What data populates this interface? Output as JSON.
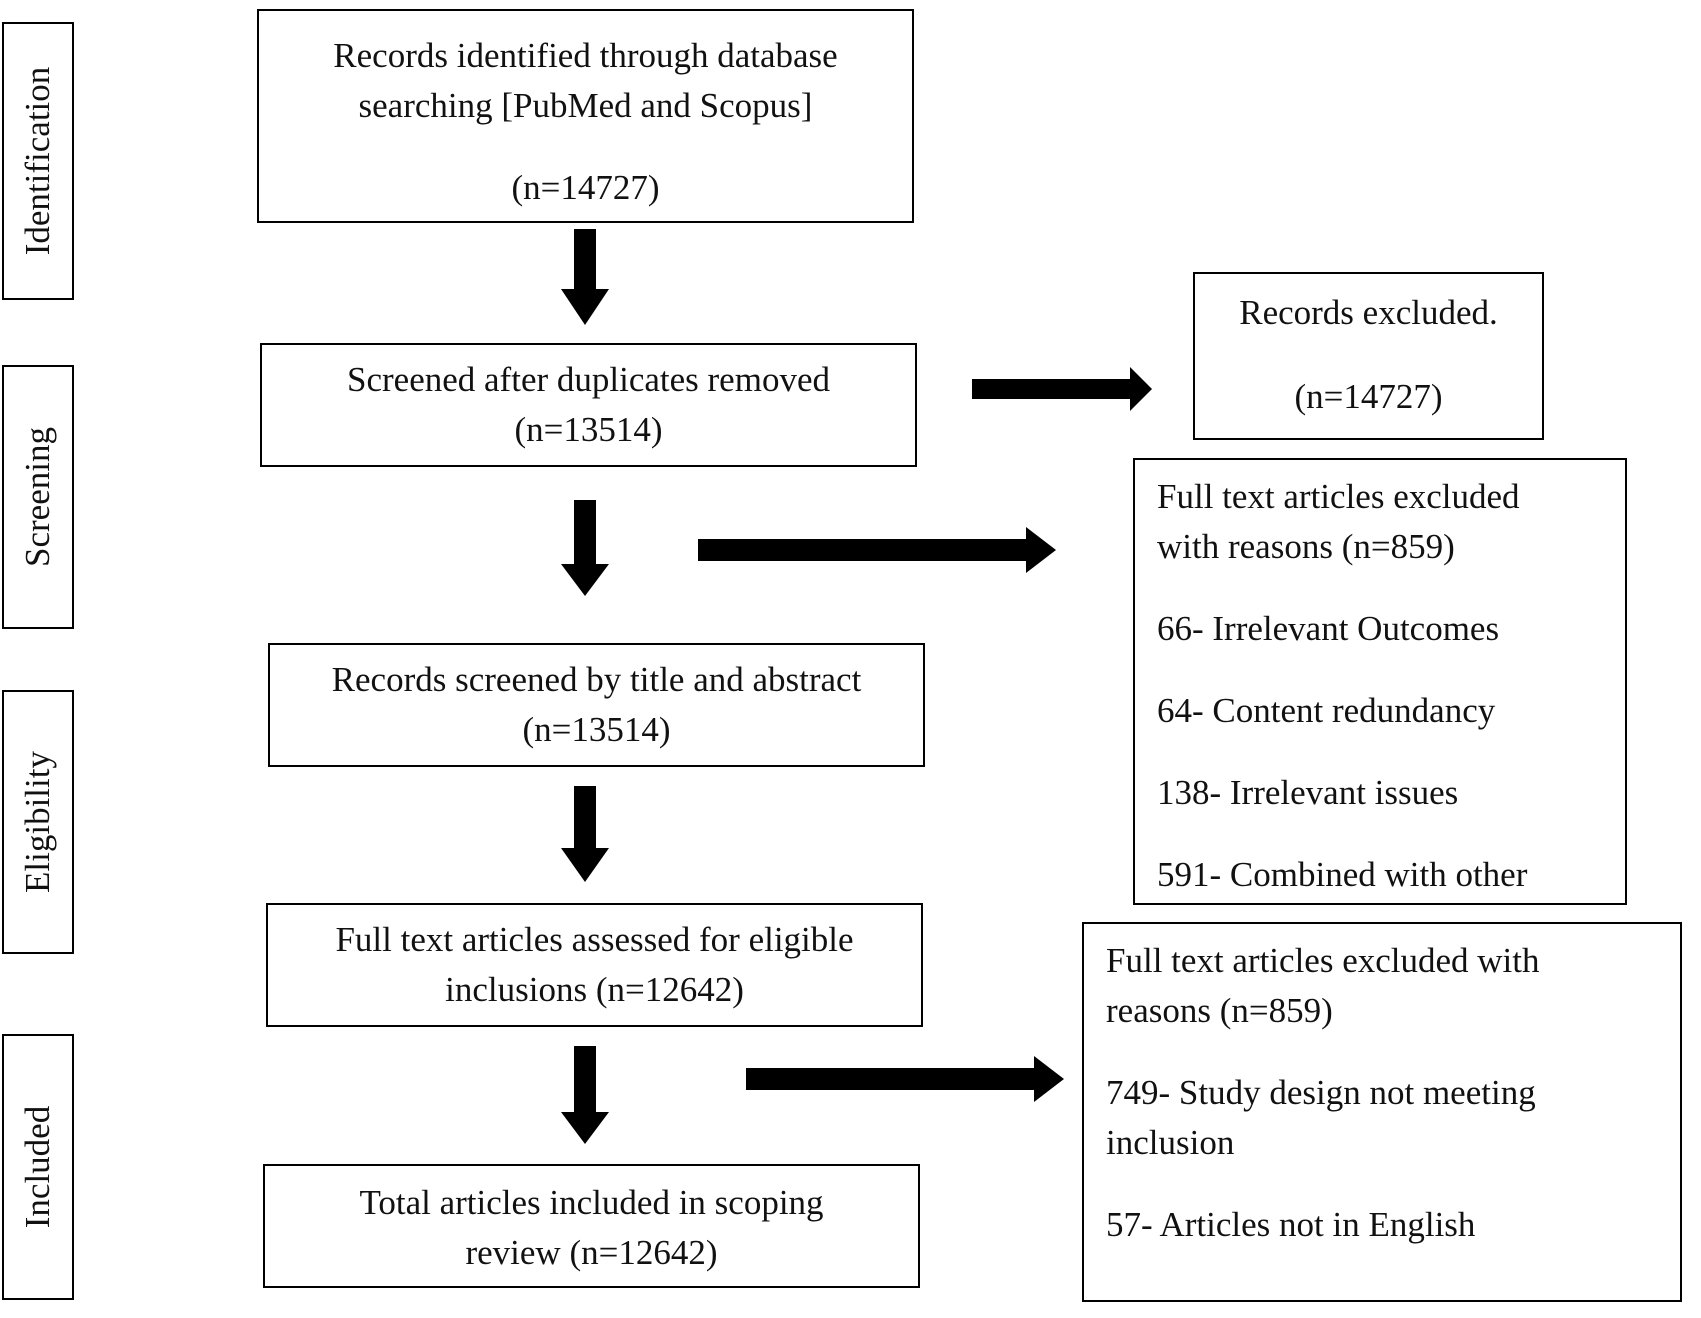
{
  "stages": {
    "identification": "Identification",
    "screening": "Screening",
    "eligibility": "Eligibility",
    "included": "Included"
  },
  "boxes": {
    "records_identified": {
      "line1": "Records identified through database",
      "line2": "searching [PubMed and Scopus]",
      "count": "(n=14727)"
    },
    "screened": {
      "line1": "Screened after duplicates removed",
      "count": "(n=13514)"
    },
    "title_abstract": {
      "line1": "Records screened by title and abstract",
      "count": "(n=13514)"
    },
    "full_text_assessed": {
      "line1": "Full text articles assessed for eligible",
      "line2": "inclusions (n=12642)"
    },
    "total_included": {
      "line1": "Total articles included in scoping",
      "line2": "review (n=12642)"
    },
    "records_excluded": {
      "line1": "Records excluded.",
      "count": "(n=14727)"
    },
    "excluded_1": {
      "line1": "Full text articles excluded",
      "line2": "with reasons (n=859)",
      "reason1": "66- Irrelevant Outcomes",
      "reason2": "64- Content redundancy",
      "reason3": "138- Irrelevant issues",
      "reason4": "591- Combined with other"
    },
    "excluded_2": {
      "line1": "Full text articles excluded with",
      "line2": "reasons (n=859)",
      "reason1a": "749- Study design not meeting",
      "reason1b": "inclusion",
      "reason2": "57- Articles not in English"
    }
  }
}
